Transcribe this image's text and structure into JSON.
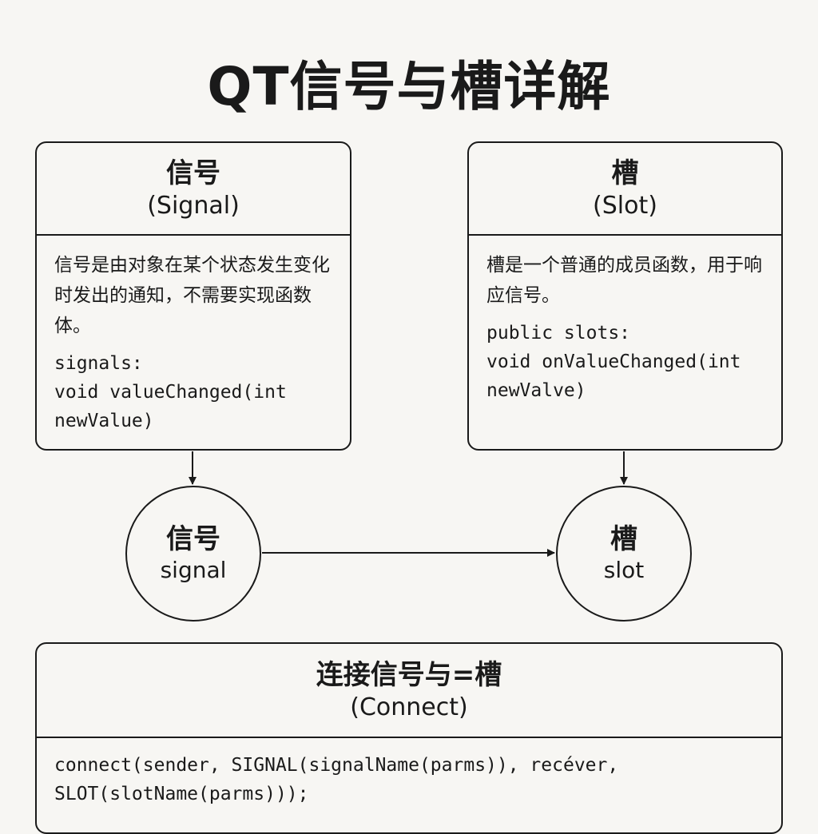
{
  "title": "QT信号与槽详解",
  "signal_box": {
    "title_zh": "信号",
    "title_en": "(Signal)",
    "description": "信号是由对象在某个状态发生变化时发出的通知，不需要实现函数体。",
    "code_line1": "signals:",
    "code_line2": "void valueChanged(int",
    "code_line3": "newValue)"
  },
  "slot_box": {
    "title_zh": "槽",
    "title_en": "(Slot)",
    "description": "槽是一个普通的成员函数，用于响应信号。",
    "code_line1": "public slots:",
    "code_line2": "void onValueChanged(int",
    "code_line3": "newValve)"
  },
  "signal_node": {
    "label_zh": "信号",
    "label_en": "signal"
  },
  "slot_node": {
    "label_zh": "槽",
    "label_en": "slot"
  },
  "connect_box": {
    "title_zh": "连接信号与=槽",
    "title_en": "(Connect)",
    "code_line1": "connect(sender, SIGNAL(signalName(parms)), recéver,",
    "code_line2": "SLOT(slotName(parms)));"
  }
}
